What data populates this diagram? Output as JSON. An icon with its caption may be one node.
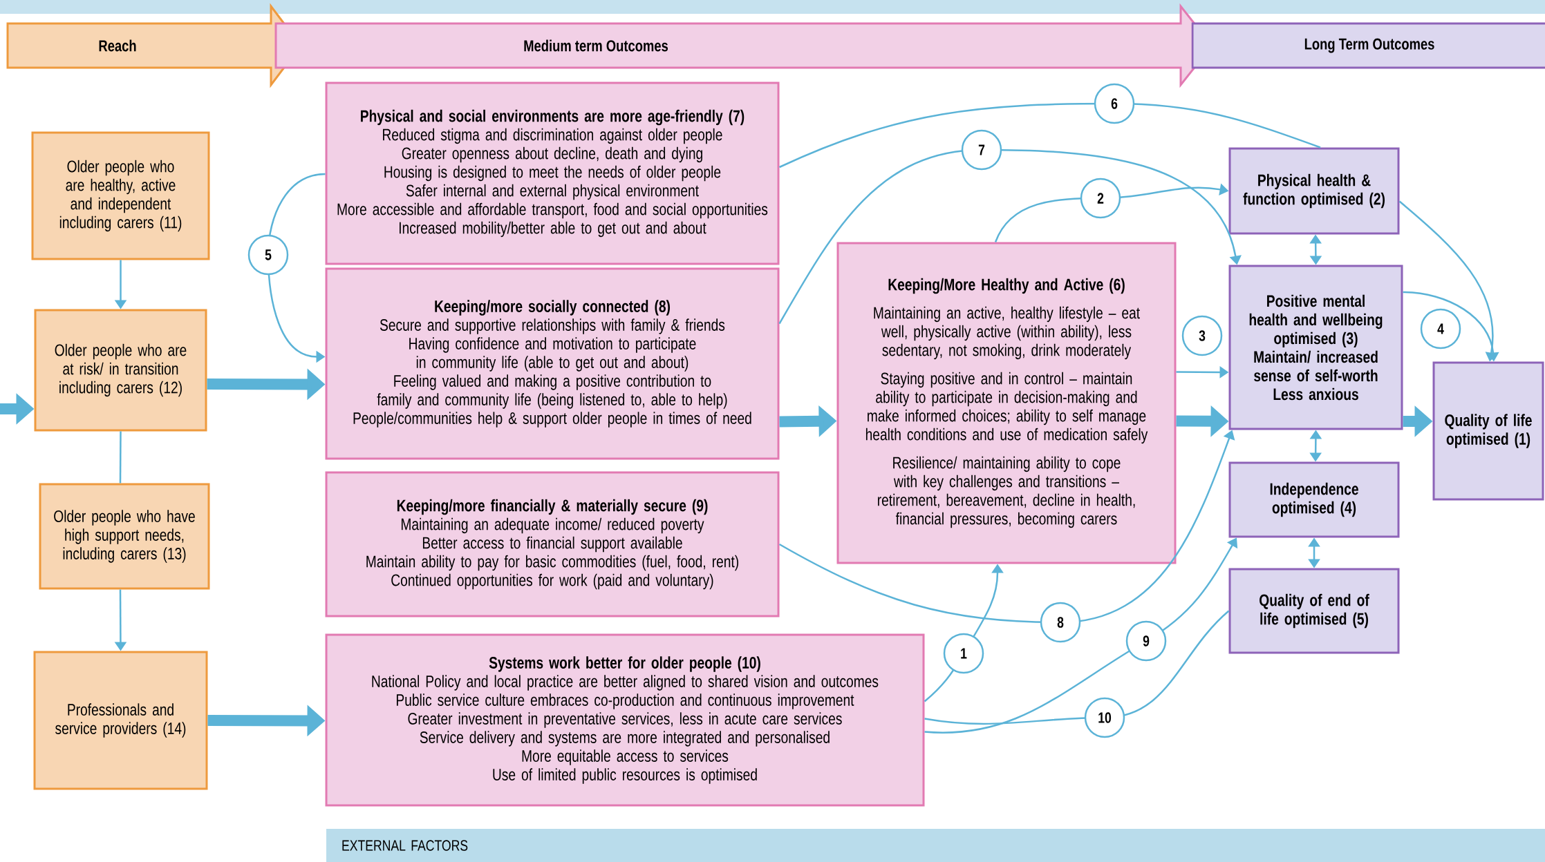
{
  "diagram": {
    "nodes": [
      {
        "text": [
          "Reach"
        ]
      },
      {
        "text": [
          "Medium term Outcomes"
        ]
      },
      {
        "text": [
          "Long Term Outcomes"
        ]
      },
      {
        "text": [
          "Older people who are healthy, active and independent including carers (11)"
        ]
      },
      {
        "text": [
          "Older people who are at risk/ in transition including carers (12)"
        ]
      },
      {
        "text": [
          "Older people who have high support needs, including carers (13)"
        ]
      },
      {
        "text": [
          "Professionals and service providers (14)"
        ]
      },
      {
        "text": [
          "Physical and social environments are more age-friendly (7)",
          "Reduced stigma and discrimination against older people",
          "Greater openness about decline, death and dying",
          "Housing is designed to meet the needs of older people",
          "Safer internal and external physical environment",
          "More accessible and affordable transport, food and social opportunities",
          "Increased mobility/better able to get out and about"
        ]
      },
      {
        "text": [
          "Keeping/more socially connected (8)",
          "Secure and supportive relationships with family & friends",
          "Having confidence and motivation to participate in community life (able to get out and about)",
          "Feeling valued and making a positive contribution to family and community life (being listened to, able to help)",
          "People/communities help & support older people in times of need"
        ]
      },
      {
        "text": [
          "Keeping/more financially & materially secure (9)",
          "Maintaining an adequate income/ reduced poverty",
          "Better access to financial support available",
          "Maintain ability to pay for basic commodities (fuel, food, rent)",
          "Continued opportunities for work (paid and voluntary)"
        ]
      },
      {
        "text": [
          "Systems work better for older people (10)",
          "National Policy and local practice are better aligned to shared vision and outcomes",
          "Public service culture embraces co-production and continuous improvement",
          "Greater investment in preventative services, less in acute care services",
          "Service delivery and systems are more integrated and personalised",
          "More equitable access to services",
          "Use of limited public resources is optimised"
        ]
      },
      {
        "text": [
          "Keeping/More Healthy and Active (6)",
          "Maintaining an active, healthy lifestyle – eat well, physically active (within ability), less sedentary, not smoking, drink moderately",
          "Staying positive and in control – maintain ability to participate in decision-making and make informed choices; ability to self manage health conditions and use of medication safely",
          "Resilience/ maintaining ability to cope with key challenges and transitions – retirement, bereavement, decline in health, financial pressures, becoming carers"
        ]
      },
      {
        "text": [
          "Physical health & function optimised (2)"
        ]
      },
      {
        "text": [
          "Positive mental health and wellbeing optimised (3)",
          "Maintain/ increased sense of self-worth",
          "Less anxious"
        ]
      },
      {
        "text": [
          "Independence optimised (4)"
        ]
      },
      {
        "text": [
          "Quality of end of life optimised (5)"
        ]
      },
      {
        "text": [
          "Quality of life optimised (1)"
        ]
      },
      {
        "text": [
          "EXTERNAL FACTORS"
        ]
      }
    ],
    "edges": [
      {
        "from": null,
        "to": 4,
        "arrow": "to",
        "style": "thick"
      },
      {
        "from": 3,
        "to": 4,
        "arrow": "to"
      },
      {
        "from": 4,
        "to": 5,
        "arrow": "none"
      },
      {
        "from": 5,
        "to": 6,
        "arrow": "to"
      },
      {
        "from": 4,
        "to": 8,
        "arrow": "to",
        "style": "thick"
      },
      {
        "from": 6,
        "to": 10,
        "arrow": "to",
        "style": "thick"
      },
      {
        "from": 8,
        "to": 11,
        "arrow": "to",
        "style": "thick"
      },
      {
        "from": 11,
        "to": 13,
        "arrow": "to",
        "style": "thick"
      },
      {
        "from": 13,
        "to": 16,
        "arrow": "to",
        "style": "thick"
      },
      {
        "from": 7,
        "to": 8,
        "arrow": "to",
        "label": "5"
      },
      {
        "from": 7,
        "to": 12,
        "arrow": "none",
        "label": "6"
      },
      {
        "from": 8,
        "to": 13,
        "arrow": "to",
        "label": "7"
      },
      {
        "from": 11,
        "to": 12,
        "arrow": "to",
        "label": "2"
      },
      {
        "from": 11,
        "to": 13,
        "arrow": "to",
        "label": "3"
      },
      {
        "from": 13,
        "to": 16,
        "arrow": "to",
        "label": "4"
      },
      {
        "from": 12,
        "to": 16,
        "arrow": "to"
      },
      {
        "from": 12,
        "to": 13,
        "arrow": "both"
      },
      {
        "from": 13,
        "to": 14,
        "arrow": "both"
      },
      {
        "from": 14,
        "to": 15,
        "arrow": "both"
      },
      {
        "from": 9,
        "to": 13,
        "arrow": "to",
        "label": "8"
      },
      {
        "from": 10,
        "to": 11,
        "arrow": "to",
        "label": "1"
      },
      {
        "from": 10,
        "to": 14,
        "arrow": "to",
        "label": "9"
      },
      {
        "from": 10,
        "to": 15,
        "arrow": "none",
        "label": "10"
      }
    ]
  }
}
